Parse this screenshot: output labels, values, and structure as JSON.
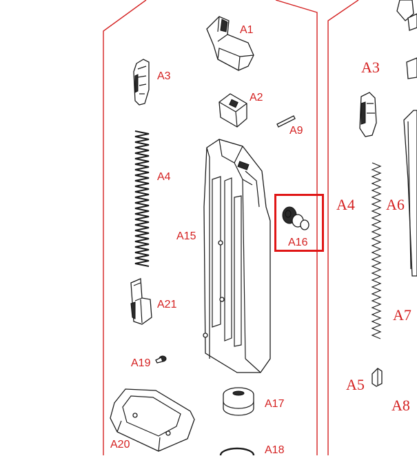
{
  "diagram": {
    "highlighted_part": "A16",
    "colors": {
      "label": "#d42020",
      "frame": "#d42020",
      "highlight": "#e01616",
      "line_art": "#1a1a1a"
    },
    "panel_left": {
      "labels": [
        "A1",
        "A3",
        "A2",
        "A9",
        "A4",
        "A15",
        "A16",
        "A21",
        "A19",
        "A17",
        "A20",
        "A18"
      ]
    },
    "panel_right": {
      "labels": [
        "A3",
        "A4",
        "A6",
        "A7",
        "A5",
        "A8"
      ]
    }
  }
}
